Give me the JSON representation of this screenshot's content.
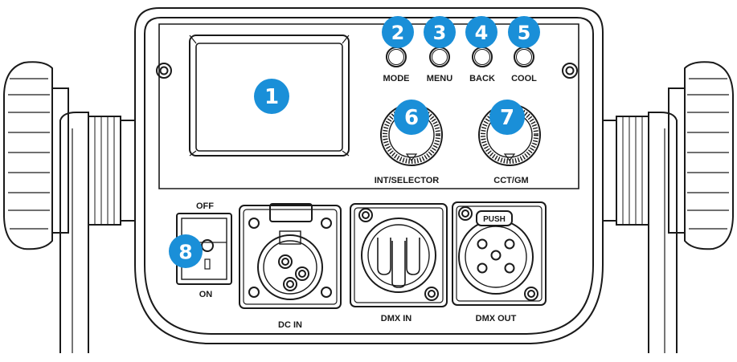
{
  "badges": {
    "b1": "1",
    "b2": "2",
    "b3": "3",
    "b4": "4",
    "b5": "5",
    "b6": "6",
    "b7": "7",
    "b8": "8"
  },
  "labels": {
    "mode": "MODE",
    "menu": "MENU",
    "back": "BACK",
    "cool": "COOL",
    "int_selector": "INT/SELECTOR",
    "cct_gm": "CCT/GM",
    "off": "OFF",
    "on": "ON",
    "dc_in": "DC IN",
    "dmx_in": "DMX IN",
    "dmx_out": "DMX OUT",
    "push": "PUSH"
  },
  "colors": {
    "badge": "#1a8fd8",
    "line": "#1a1a1a"
  }
}
